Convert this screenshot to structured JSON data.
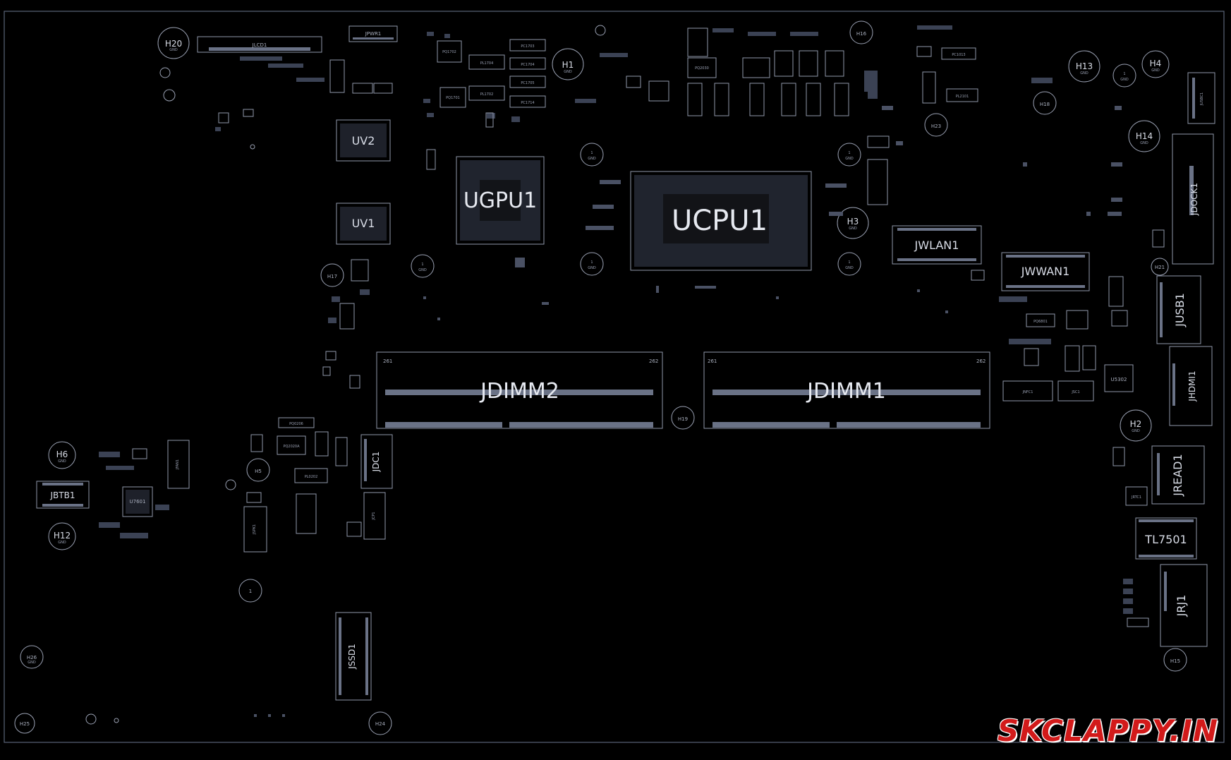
{
  "watermark": "SKCLAPPY.IN",
  "chips": {
    "ucpu": "UCPU1",
    "ugpu": "UGPU1",
    "uv2": "UV2",
    "uv1": "UV1",
    "tl7501": "TL7501",
    "u5302": "U5302",
    "u7601": "U7601"
  },
  "connectors": {
    "jdimm1": "JDIMM1",
    "jdimm2": "JDIMM2",
    "jdimm_pin_first": "261",
    "jdimm_pin_last": "262",
    "jwlan": "JWLAN1",
    "jwwan": "JWWAN1",
    "jusb1": "JUSB1",
    "jhdmi1": "JHDMI1",
    "jread1": "JREAD1",
    "jrj1": "JRJ1",
    "jdock1": "JDOCK1",
    "jdc1": "JDC1",
    "jssd1": "JSSD1",
    "jbtb1": "JBTB1",
    "jlcd1": "JLCD1",
    "jpwr1": "JPWR1",
    "jnfc1": "JNFC1",
    "jsc1": "JSC1",
    "jfan1": "JFAN1",
    "jspk1": "JSPK1",
    "jcp1": "JCP1",
    "jrtc1": "JRTC1",
    "jusbc1": "JUSBC1"
  },
  "holes": {
    "gnd": "GND",
    "one": "1",
    "h1": "H1",
    "h2": "H2",
    "h3": "H3",
    "h4": "H4",
    "h5": "H5",
    "h6": "H6",
    "h12": "H12",
    "h13": "H13",
    "h14": "H14",
    "h15": "H15",
    "h16": "H16",
    "h17": "H17",
    "h18": "H18",
    "h19": "H19",
    "h20": "H20",
    "h21": "H21",
    "h23": "H23",
    "h24": "H24",
    "h25": "H25",
    "h26": "H26"
  },
  "small_parts": {
    "pq1702": "PQ1702",
    "pl1704": "PL1704",
    "pl1702": "PL1702",
    "pq1701": "PQ1701",
    "pc1703": "PC1703",
    "pc1704": "PC1704",
    "pc1705": "PC1705",
    "pc1714": "PC1714",
    "pq2030": "PQ2030",
    "pl2101": "PL2101",
    "pc1013": "PC1013",
    "pq6801": "PQ6801",
    "pq2020a": "PQ2020A",
    "pl0202": "PL0202",
    "pq0206": "PQ0206"
  }
}
